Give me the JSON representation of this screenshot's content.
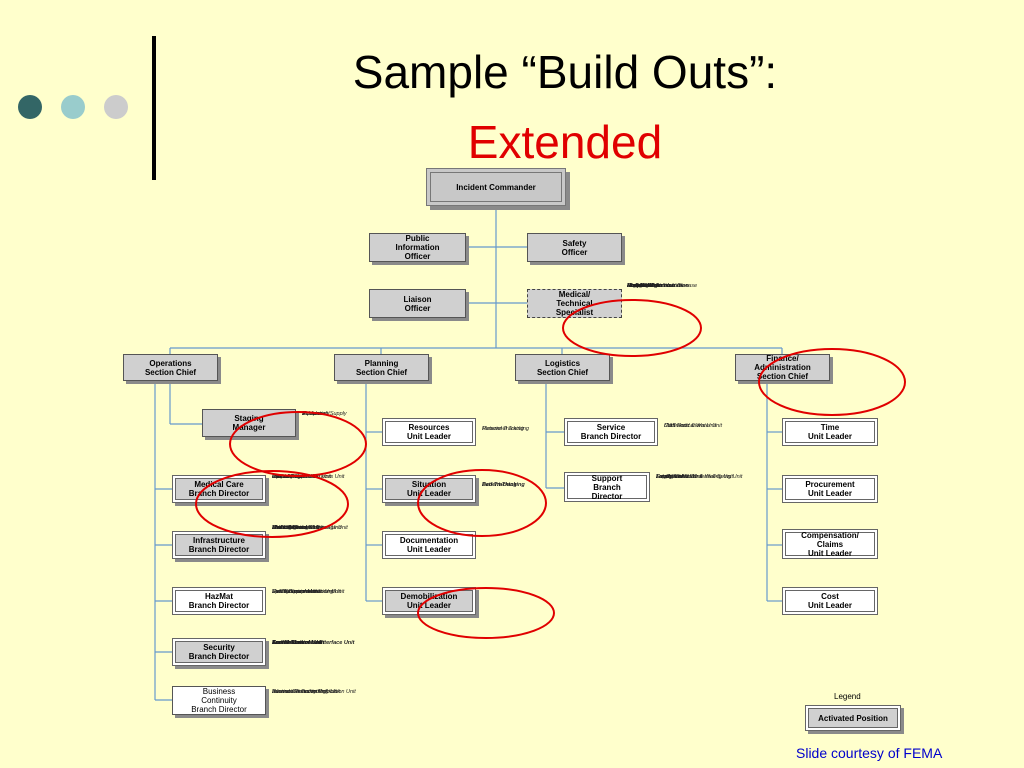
{
  "colors": {
    "background": "#ffffcc",
    "title": "#000000",
    "accent_red": "#e00000",
    "dot1": "#336666",
    "dot2": "#99cccc",
    "dot3": "#cccccc",
    "credit": "#0000cc",
    "line": "#6699cc"
  },
  "title": {
    "line1": "Sample “Build Outs”:",
    "line2": "Extended"
  },
  "incident_commander": "Incident Commander",
  "command_staff": {
    "pio": "Public\nInformation\nOfficer",
    "safety": "Safety\nOfficer",
    "liaison": "Liaison\nOfficer",
    "medical": "Medical/\nTechnical\nSpecialist"
  },
  "medical_notes": [
    "Biological/Infectious Disease",
    "Chemical",
    "Radiological",
    "Hospital Administration",
    "Hospital Administration",
    "Legal Affairs",
    "Risk Management",
    "Medical Staff",
    "Pediatric Care",
    "Medical Ethicist"
  ],
  "sections": {
    "operations": "Operations\nSection Chief",
    "planning": "Planning\nSection Chief",
    "logistics": "Logistics\nSection Chief",
    "finance": "Finance/\nAdministration\nSection Chief"
  },
  "operations": {
    "staging": "Staging\nManager",
    "staging_notes": [
      "Personnel",
      "Vehicle",
      "Equipment/Supply",
      "Medication"
    ],
    "medical_care": "Medical Care\nBranch Director",
    "medical_care_notes": [
      "Inpatient Unit",
      "Outpatient Unit",
      "Casualty Care Unit",
      "Mental Health Unit",
      "Clinical Support Services Unit",
      "Patient Registration Unit"
    ],
    "infrastructure": "Infrastructure\nBranch Director",
    "infrastructure_notes": [
      "Power/Lighting Unit",
      "Water/Sewer Unit",
      "HVAC Unit",
      "Building/Grounds Damage Unit",
      "Medical Gases Unit",
      "Medical Devices Unit",
      "Environmental Services Unit",
      "Food Services Unit"
    ],
    "hazmat": "HazMat\nBranch Director",
    "hazmat_notes": [
      "Detection and Monitoring Unit",
      "Spill Response Unit",
      "Victim Decontamination Unit",
      "Facility/Equipment",
      "Decontamination Unit"
    ],
    "security": "Security\nBranch Director",
    "security_notes": [
      "Access Control Unit",
      "Crowd Control Unit",
      "Traffic Control Unit",
      "Search Unit",
      "Law Enforcement Interface Unit"
    ],
    "business": "Business\nContinuity\nBranch Director",
    "business_notes": [
      "Information Technology Unit",
      "Service Continuity Unit",
      "Records Preservation Unit",
      "Business Function Relocation Unit"
    ]
  },
  "planning": {
    "resources": "Resources\nUnit Leader",
    "resources_notes": [
      "Personnel Tracking",
      "Materiel Tracking"
    ],
    "situation": "Situation\nUnit Leader",
    "situation_notes": [
      "Patient Tracking",
      "Bed Tracking"
    ],
    "documentation": "Documentation\nUnit Leader",
    "demobilization": "Demobilization\nUnit Leader"
  },
  "logistics": {
    "service": "Service\nBranch Director",
    "service_notes": [
      "Communications Unit",
      "IT/IS Unit",
      "Staff Food & Water Unit"
    ],
    "support": "Support\nBranch\nDirector",
    "support_notes": [
      "Employee Health & Well-Being Unit",
      "Family Care Unit",
      "Supply Unit",
      "Facilities Unit",
      "Transportation Unit",
      "Labor Pool & Credentialing Unit"
    ]
  },
  "finance": {
    "time": "Time\nUnit Leader",
    "procurement": "Procurement\nUnit Leader",
    "compensation": "Compensation/\nClaims\nUnit Leader",
    "cost": "Cost\nUnit Leader"
  },
  "legend": {
    "label": "Legend",
    "item": "Activated Position"
  },
  "credit": "Slide courtesy of FEMA"
}
